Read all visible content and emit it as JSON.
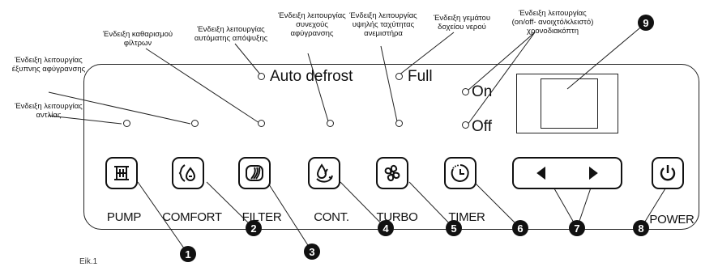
{
  "callouts": {
    "pump_ind": [
      "Ένδειξη λειτουργίας",
      "αντλίας"
    ],
    "smart_ind": [
      "Ένδειξη λειτουργίας",
      "έξυπνης αφύγρανσης"
    ],
    "filter_ind": [
      "Ένδειξη καθαρισμού",
      "φίλτρων"
    ],
    "defrost_ind": [
      "Ένδειξη λειτουργίας",
      "αυτόματης απόψυξης"
    ],
    "cont_ind": [
      "Ένδειξη λειτουργίας",
      "συνεχούς",
      "αφύγρανσης"
    ],
    "turbo_ind": [
      "Ένδειξη λειτουργίας",
      "υψηλής ταχύτητας",
      "ανεμιστήρα"
    ],
    "full_ind": [
      "Ένδειξη γεμάτου",
      "δοχείου νερού"
    ],
    "timer_ind": [
      "Ένδειξη λειτουργίας",
      "(on/off- ανοιχτό/κλειστό)",
      "χρονοδιακόπτη"
    ]
  },
  "indicators": {
    "auto_defrost": "Auto defrost",
    "full": "Full",
    "on": "On",
    "off": "Off"
  },
  "buttons": {
    "pump": "PUMP",
    "comfort": "COMFORT",
    "filter": "FILTER",
    "cont": "CONT.",
    "turbo": "TURBO",
    "timer": "TIMER",
    "power": "POWER"
  },
  "badges": [
    "1",
    "2",
    "3",
    "4",
    "5",
    "6",
    "7",
    "8",
    "9"
  ],
  "figure_label": "Eik.1",
  "icons": {
    "pump": "pump-icon",
    "comfort": "comfort-icon",
    "filter": "filter-icon",
    "cont": "continuous-icon",
    "turbo": "fan-icon",
    "timer": "timer-icon",
    "arrows": "left-right-arrows-icon",
    "power": "power-icon"
  }
}
